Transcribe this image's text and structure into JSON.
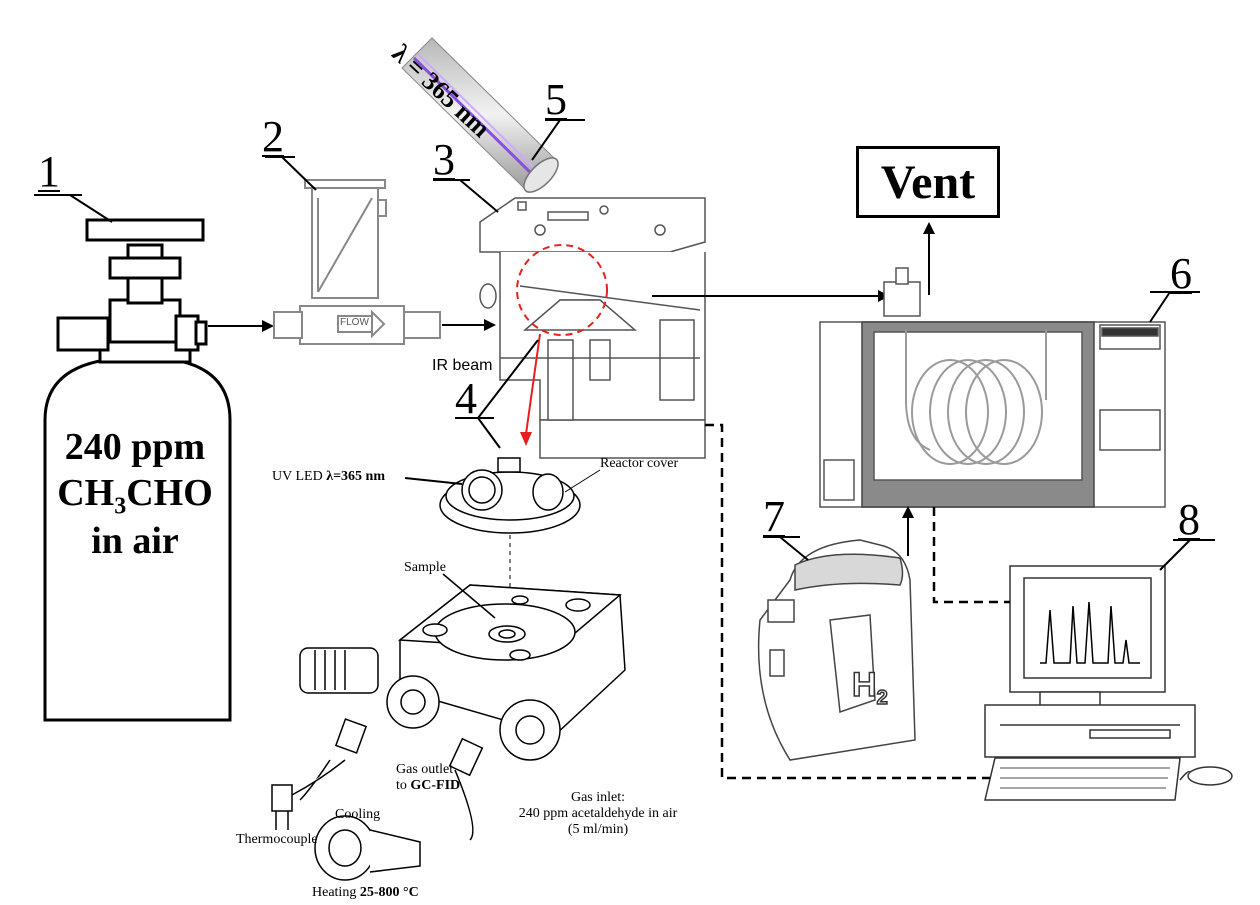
{
  "labels": {
    "n1": "1",
    "n2": "2",
    "n3": "3",
    "n4": "4",
    "n5": "5",
    "n6": "6",
    "n7": "7",
    "n8": "8"
  },
  "lamp_wavelength": "λ = 365 nm",
  "cylinder": {
    "line1": "240 ppm",
    "line2_main": "CH",
    "line2_sub": "3",
    "line2_tail": "CHO",
    "line3": "in air"
  },
  "flowmeter_text": "FLOW",
  "ir_beam": "IR beam",
  "vent": "Vent",
  "hydrogen_main": "H",
  "hydrogen_sub": "2",
  "reactor": {
    "uv_led_prefix": "UV LED ",
    "uv_led_bold": "λ=365 nm",
    "reactor_cover": "Reactor cover",
    "sample": "Sample",
    "thermocouple": "Thermocouple",
    "cooling": "Cooling",
    "gas_outlet_line1": "Gas outlet",
    "gas_outlet_line2_prefix": "to ",
    "gas_outlet_line2_bold": "GC-FID",
    "gas_inlet_line1": "Gas inlet:",
    "gas_inlet_line2": "240 ppm acetaldehyde in  air",
    "gas_inlet_line3": "(5 ml/min)",
    "heating_prefix": "Heating ",
    "heating_bold": "25-800 °C"
  },
  "colors": {
    "lamp_glow": "#8a4fe0",
    "red_highlight": "#e52020",
    "line": "#000000"
  }
}
